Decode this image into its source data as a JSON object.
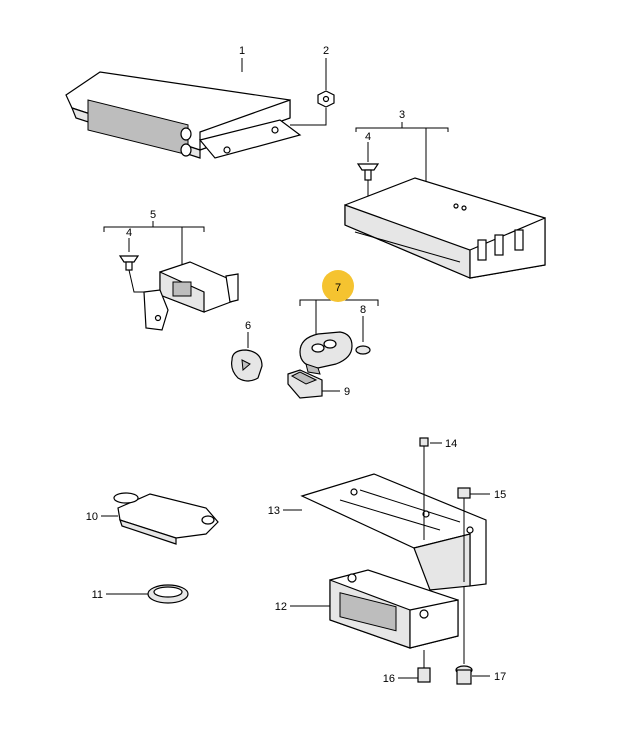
{
  "callouts": [
    {
      "id": "1",
      "text": "1"
    },
    {
      "id": "2",
      "text": "2"
    },
    {
      "id": "3",
      "text": "3"
    },
    {
      "id": "4a",
      "text": "4"
    },
    {
      "id": "5",
      "text": "5"
    },
    {
      "id": "4b",
      "text": "4"
    },
    {
      "id": "6",
      "text": "6"
    },
    {
      "id": "7",
      "text": "7"
    },
    {
      "id": "8",
      "text": "8"
    },
    {
      "id": "9",
      "text": "9"
    },
    {
      "id": "10",
      "text": "10"
    },
    {
      "id": "11",
      "text": "11"
    },
    {
      "id": "12",
      "text": "12"
    },
    {
      "id": "13",
      "text": "13"
    },
    {
      "id": "14",
      "text": "14"
    },
    {
      "id": "15",
      "text": "15"
    },
    {
      "id": "16",
      "text": "16"
    },
    {
      "id": "17",
      "text": "17"
    }
  ],
  "highlight": {
    "callout": "7",
    "color": "#f5c330"
  }
}
